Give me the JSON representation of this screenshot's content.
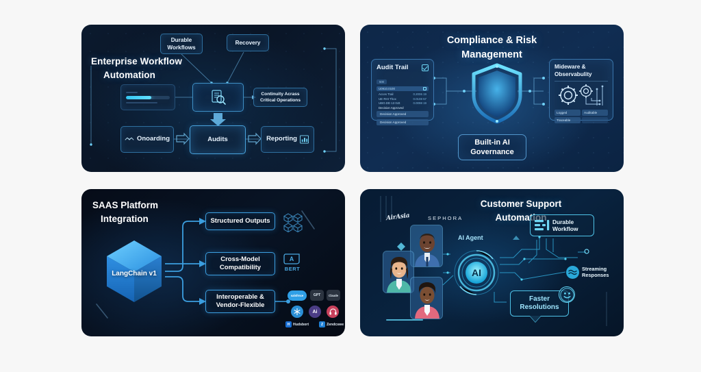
{
  "background_color": "#f7f7f7",
  "panels": [
    {
      "id": "enterprise",
      "title_line1": "Enterprise Workflow",
      "title_line2": "Automation",
      "accent": "#3f9fdc",
      "nodes": {
        "durable_workflows": "Durable Workflows",
        "recovery": "Recovery",
        "continuity_line1": "Continuity Acrass",
        "continuity_line2": "Critical Operations",
        "onboarding": "Onoarding",
        "audits": "Audits",
        "reporting": "Reporting"
      },
      "icons": {
        "document": "document-search-icon",
        "handshake": "handshake-icon",
        "chart": "bar-chart-icon",
        "down_arrow": "down-arrow-icon"
      }
    },
    {
      "id": "compliance",
      "title_line1": "Compliance & Risk",
      "title_line2": "Management",
      "accent": "#4fc3e8",
      "audit_card": {
        "title": "Audit Trail",
        "checkbox_checked": true,
        "tag": "500",
        "highlight_row": "U0910.0100",
        "rows": [
          {
            "label": "Acces Trail",
            "value": "0.2006 19"
          },
          {
            "label": "UE  RHI Thox",
            "value": "0.0108 57"
          },
          {
            "label": "UBO.DD 13 0ctt",
            "value": "0.0098 19"
          }
        ],
        "plain_row": "Decision Approved",
        "buttons": [
          "Decision Approved",
          "Decision Approved"
        ]
      },
      "middleware_card": {
        "title_line1": "Mideware &",
        "title_line2": "Observabulity",
        "icon": "gears-icon",
        "tags": [
          "Logged",
          "Auditable",
          "Traceable",
          ""
        ]
      },
      "shield_icon": "shield-icon",
      "governance": "Built-in AI Governance"
    },
    {
      "id": "saas",
      "title_line1": "SAAS Platform",
      "title_line2": "Integration",
      "accent": "#3c9fe0",
      "cube_label": "LangChain v1",
      "pills": [
        {
          "label": "Structured Outputs",
          "line1": "Structured Outputs",
          "line2": ""
        },
        {
          "label": "Cross-Model Compatibility",
          "line1": "Cross-Model",
          "line2": "Compatibility"
        },
        {
          "label": "Interoperable & Vendor-Flexible",
          "line1": "Interoperable &",
          "line2": "Vendor-Flexible"
        }
      ],
      "cubes_icon": "cubes-icon",
      "bert": {
        "badge": "A",
        "label": "BERT"
      },
      "vendor_logos": [
        {
          "name": "salsfrnce",
          "type": "cloud-chip"
        },
        {
          "name": "GPT",
          "type": "chip"
        },
        {
          "name": "Claude",
          "type": "chip"
        },
        {
          "name": "snowflake-round",
          "type": "round"
        },
        {
          "name": "Ai",
          "type": "round"
        },
        {
          "name": "headset-round",
          "type": "round"
        },
        {
          "name": "Hudsbort",
          "type": "text"
        },
        {
          "name": "Zendcswe",
          "type": "text"
        }
      ]
    },
    {
      "id": "support",
      "title_line1": "Customer Support",
      "title_line2": "Automation",
      "accent": "#4fc3e8",
      "brands": [
        "AirAsia",
        "SEPHORA"
      ],
      "ai_agent_label": "AI Agent",
      "ai_hub_text": "AI",
      "badges": [
        {
          "line1": "Durable",
          "line2": "Workflow",
          "icon": "workflow-bars-icon"
        },
        {
          "line1": "Streaming",
          "line2": "Responses",
          "icon": "waves-icon"
        }
      ],
      "bubble_line1": "Faster",
      "bubble_line2": "Resolutions",
      "smiley_icon": "smiley-face-icon",
      "avatars": [
        "avatar-agent-male",
        "avatar-customer-female",
        "avatar-customer-female-2"
      ]
    }
  ]
}
